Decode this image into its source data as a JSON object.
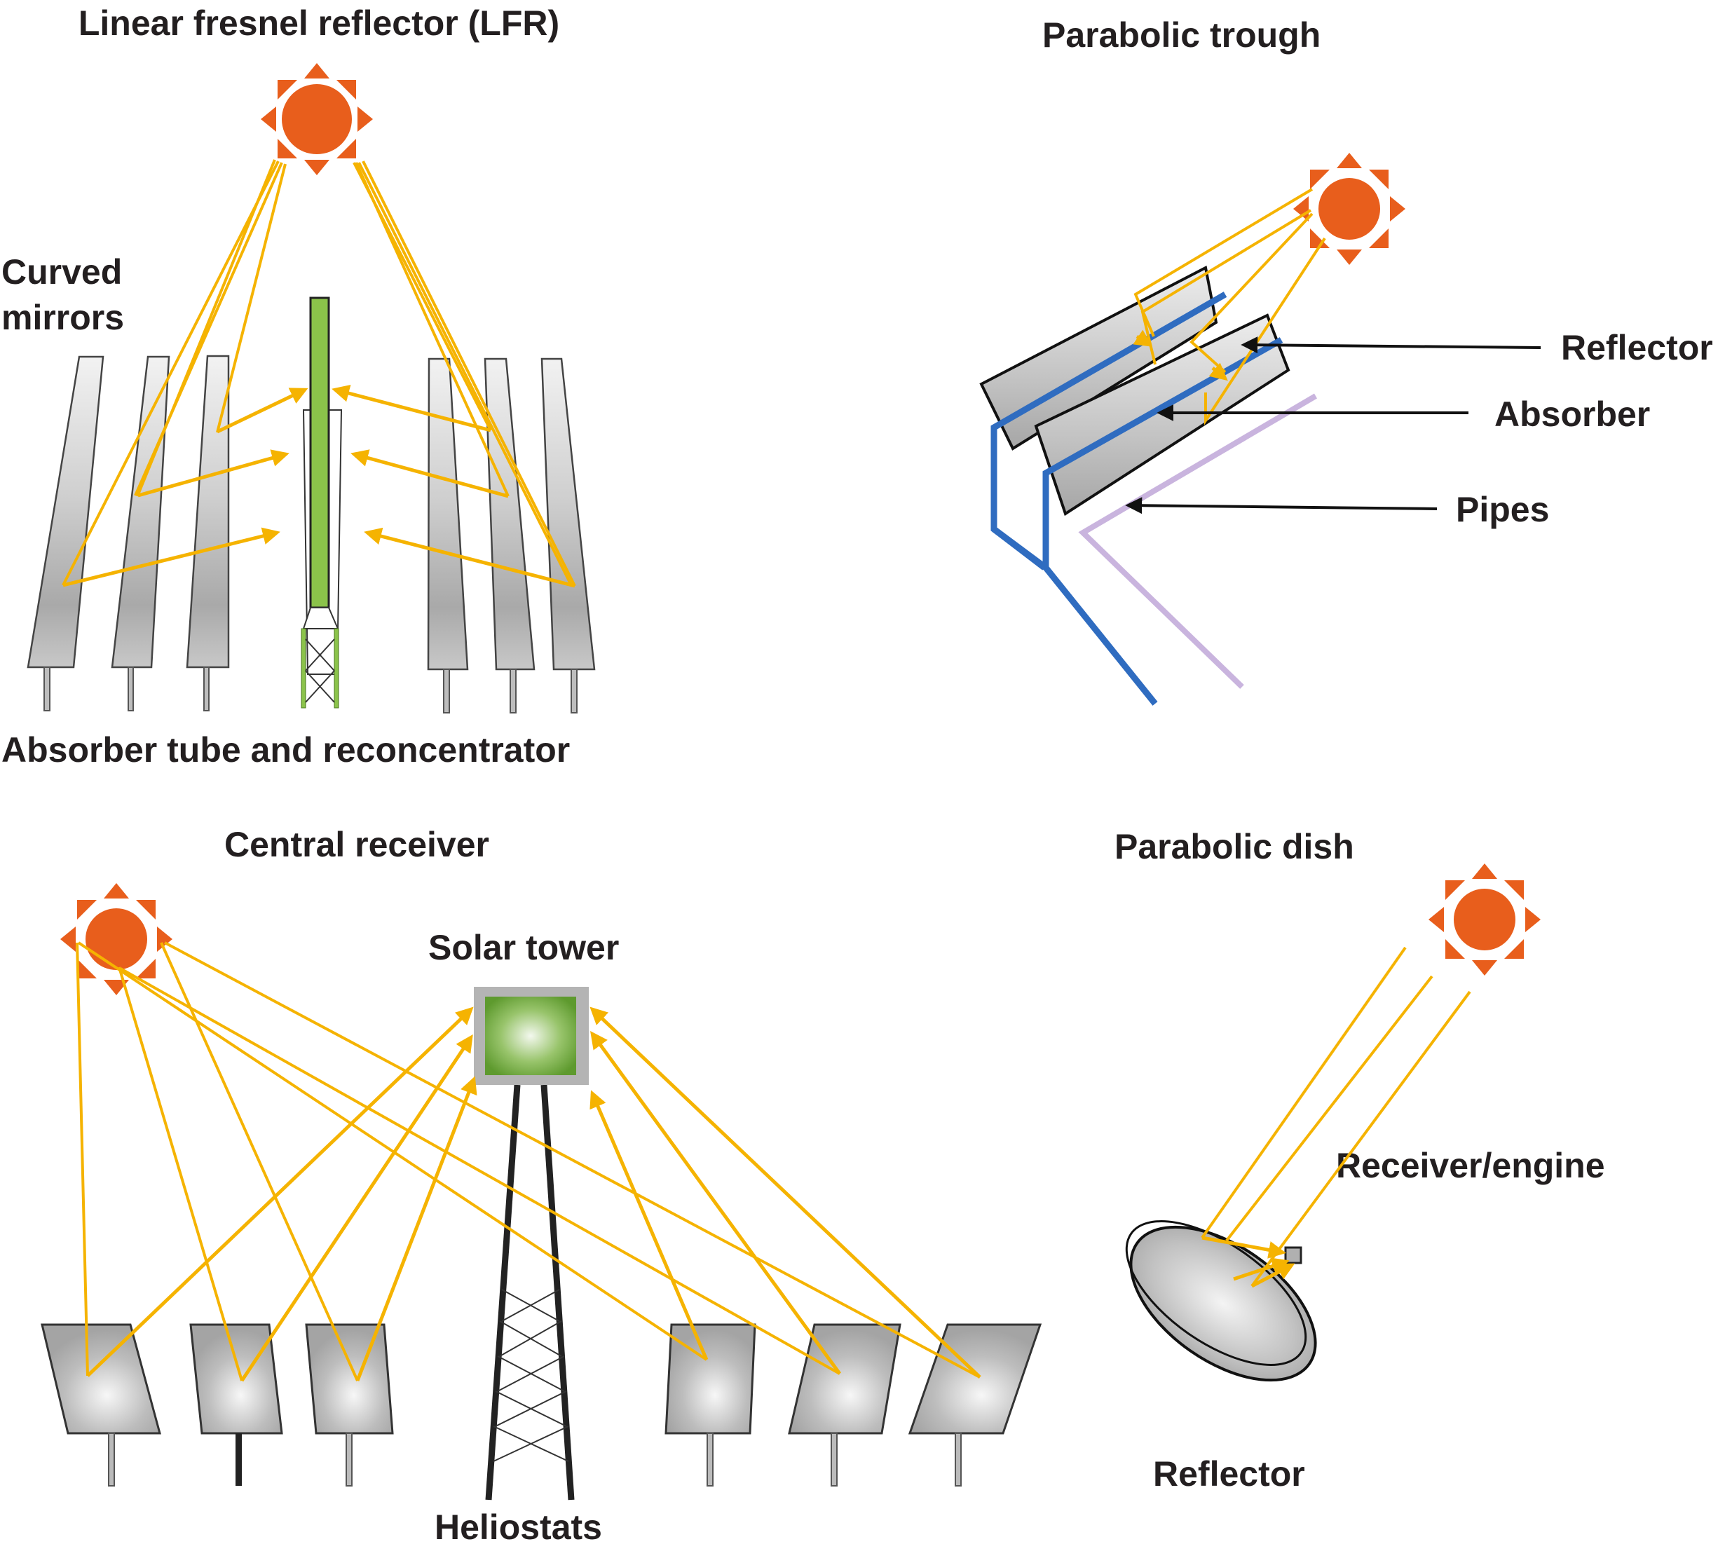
{
  "panels": {
    "lfr": {
      "title": "Linear fresnel reflector (LFR)",
      "label_mirrors_line1": "Curved",
      "label_mirrors_line2": "mirrors",
      "label_absorber": "Absorber tube and reconcentrator"
    },
    "trough": {
      "title": "Parabolic trough",
      "label_reflector": "Reflector",
      "label_absorber": "Absorber",
      "label_pipes": "Pipes"
    },
    "central": {
      "title": "Central receiver",
      "label_tower": "Solar tower",
      "label_heliostats": "Heliostats"
    },
    "dish": {
      "title": "Parabolic dish",
      "label_receiver": "Receiver/engine",
      "label_reflector": "Reflector"
    }
  },
  "colors": {
    "sun": "#e85e1c",
    "ray": "#f5b301",
    "absorber_green": "#8bc34a",
    "pipe_blue": "#2f6cc0",
    "pipe_lilac": "#c9b4de",
    "mirror_gray": "#b5b5b5",
    "text": "#231f20"
  }
}
